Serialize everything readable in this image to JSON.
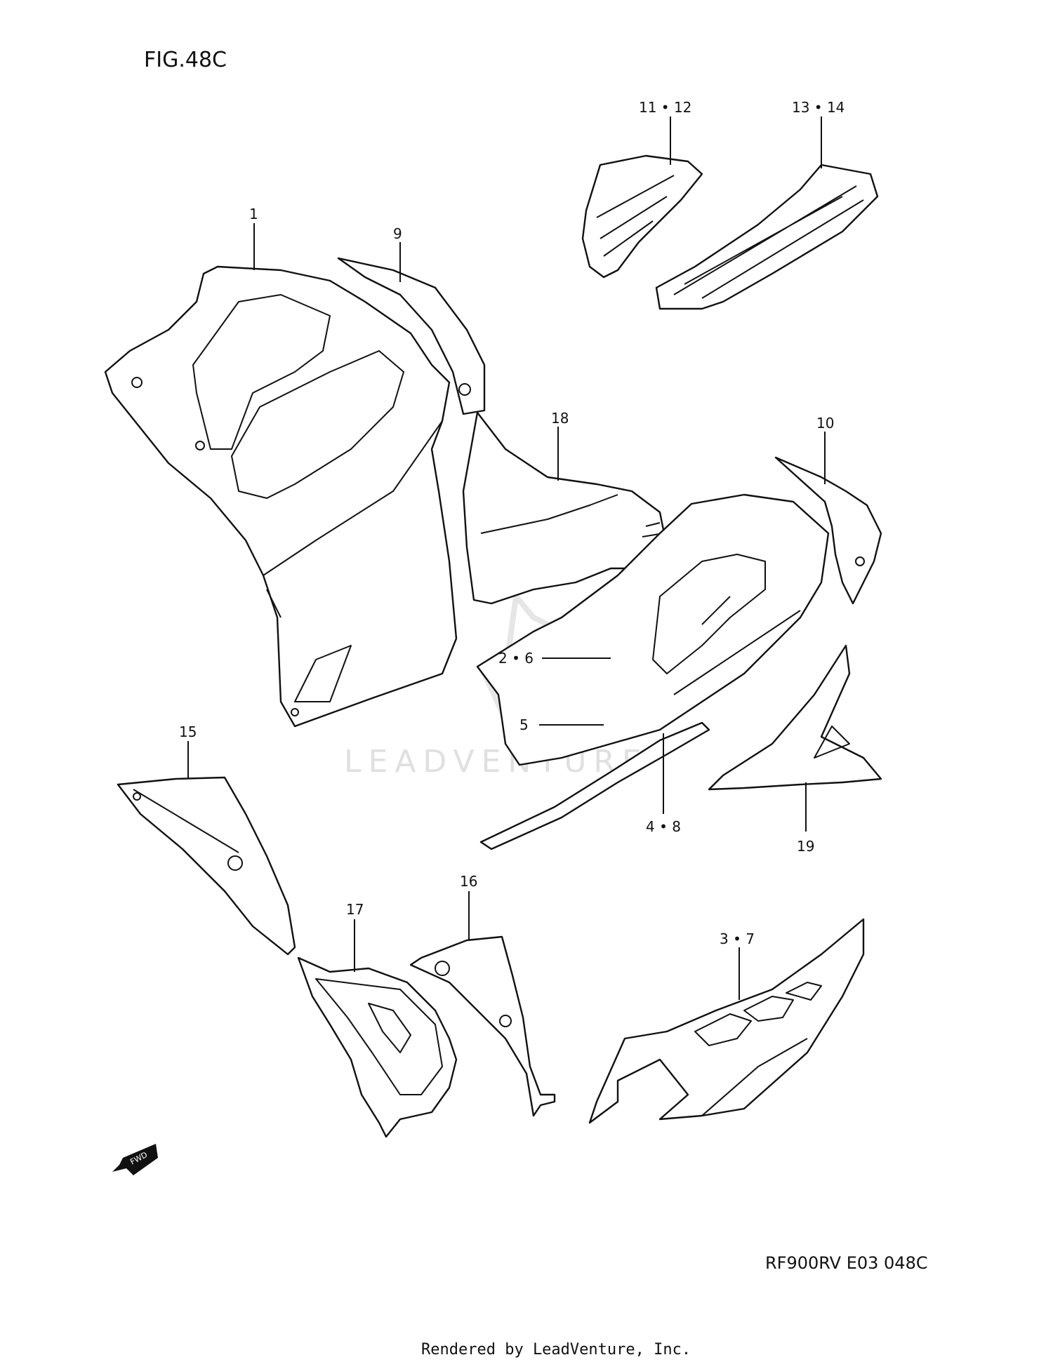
{
  "figure_title": "FIG.48C",
  "drawing_code": "RF900RV E03  048C",
  "footer": "Rendered by LeadVenture, Inc.",
  "watermark": "LEADVENTURE",
  "fwd_label": "FWD",
  "callouts": {
    "c1": "1",
    "c9": "9",
    "c11_12": "11 • 12",
    "c13_14": "13 • 14",
    "c18": "18",
    "c10": "10",
    "c2_6": "2 • 6",
    "c5": "5",
    "c4_8": "4 • 8",
    "c19": "19",
    "c15": "15",
    "c17": "17",
    "c16": "16",
    "c3_7": "3 • 7"
  },
  "colors": {
    "line": "#111111",
    "background": "#ffffff",
    "watermark": "#e0e0e0"
  }
}
